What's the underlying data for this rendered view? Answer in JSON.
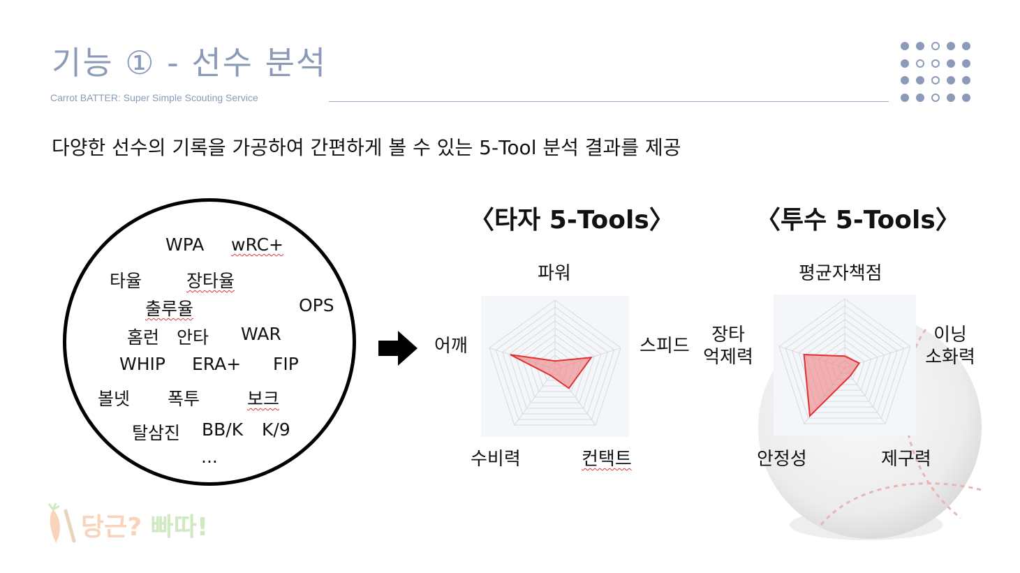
{
  "header": {
    "title": "기능 ① - 선수 분석",
    "subtitle": "Carrot BATTER: Super Simple Scouting Service"
  },
  "description": "다양한 선수의 기록을 가공하여 간편하게 볼 수 있는 5-Tool 분석 결과를 제공",
  "stats_circle": {
    "items": [
      "WPA",
      "wRC+",
      "타율",
      "장타율",
      "출루율",
      "OPS",
      "홈런",
      "안타",
      "WAR",
      "WHIP",
      "ERA+",
      "FIP",
      "볼넷",
      "폭투",
      "보크",
      "탈삼진",
      "BB/K",
      "K/9",
      "..."
    ]
  },
  "batter": {
    "heading": "〈타자 5-Tools〉",
    "axes": [
      "파워",
      "스피드",
      "컨택트",
      "수비력",
      "어깨"
    ],
    "values": [
      0.12,
      0.55,
      0.34,
      0.11,
      0.68
    ]
  },
  "pitcher": {
    "heading": "〈투수 5-Tools〉",
    "axes": [
      "평균자책점",
      "이닝 소화력",
      "제구력",
      "안정성",
      "장타 억제력"
    ],
    "values": [
      0.17,
      0.22,
      0.14,
      0.86,
      0.62
    ]
  },
  "logo": {
    "text_a": "당근?",
    "text_b": "빠따!"
  },
  "colors": {
    "accent": "#8b9ab8",
    "radar_fill": "#f08080",
    "radar_stroke": "#e03030",
    "logo_orange": "#f2a06a",
    "logo_green": "#9bcf7a"
  }
}
